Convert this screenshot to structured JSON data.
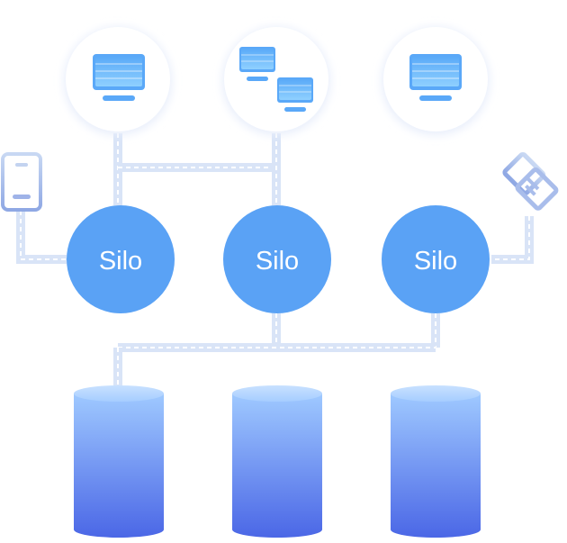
{
  "diagram": {
    "clients": [
      {
        "icon": "monitor-icon"
      },
      {
        "icon": "two-monitors-icon"
      },
      {
        "icon": "monitor-icon"
      }
    ],
    "side_clients": {
      "left": {
        "icon": "mobile-phone-icon"
      },
      "right": {
        "icon": "handshake-icon"
      }
    },
    "silos": [
      {
        "label": "Silo"
      },
      {
        "label": "Silo"
      },
      {
        "label": "Silo"
      }
    ],
    "databases": [
      {
        "icon": "database-cylinder"
      },
      {
        "icon": "database-cylinder"
      },
      {
        "icon": "database-cylinder"
      }
    ]
  },
  "colors": {
    "silo_fill": "#5aa2f5",
    "silo_text": "#ffffff",
    "connector": "#d9e4f7",
    "connector_dash": "#ffffff",
    "cylinder_top": "#9fc9ff",
    "cylinder_bottom": "#4b67e6",
    "client_circle": "#ffffff",
    "client_shadow": "#e8eefb",
    "icon_blue": "#6fb6ff",
    "icon_outline": "#c9d7f2"
  }
}
